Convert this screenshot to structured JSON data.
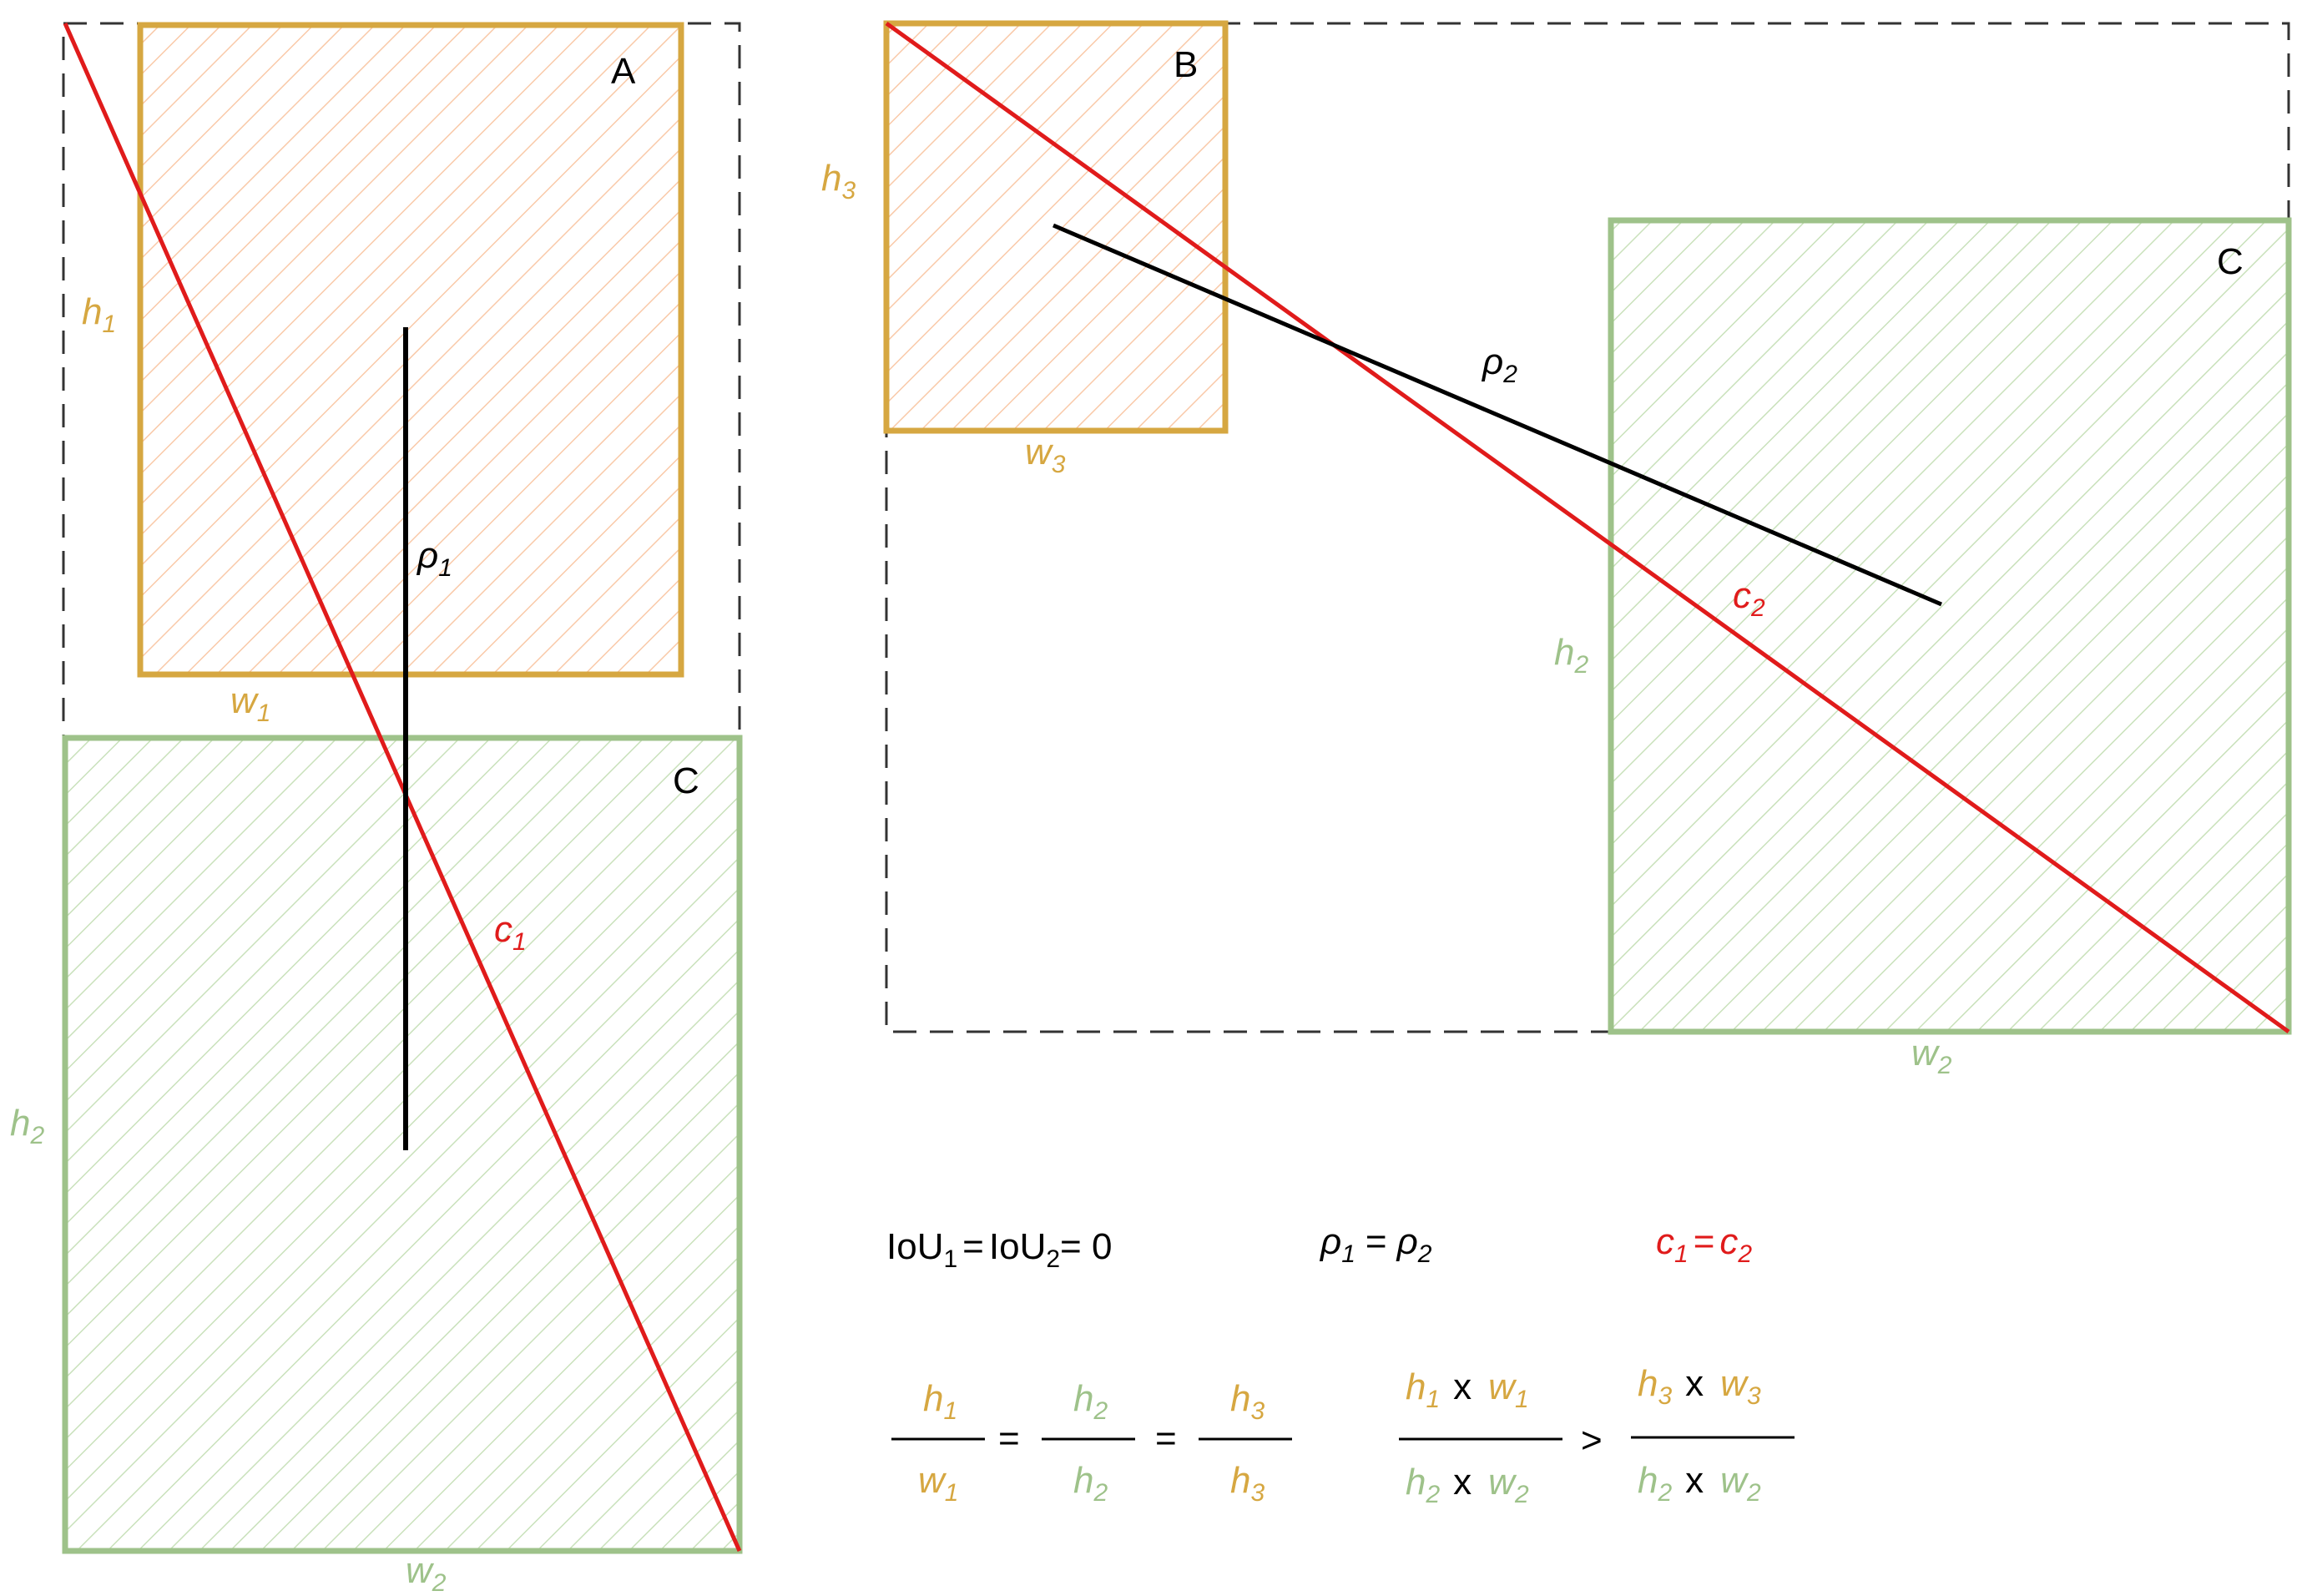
{
  "colors": {
    "orange": "#d6a741",
    "orange_fill": "#f9c9a8",
    "green": "#9ec28a",
    "green_fill": "#c9e1bb",
    "red": "#e01b1b",
    "black": "#000000",
    "dashed": "#333333"
  },
  "left": {
    "box_a_label": "A",
    "box_c_label": "C",
    "h1": {
      "base": "h",
      "sub": "1"
    },
    "w1": {
      "base": "w",
      "sub": "1"
    },
    "h2": {
      "base": "h",
      "sub": "2"
    },
    "w2": {
      "base": "w",
      "sub": "2"
    },
    "rho1": {
      "base": "ρ",
      "sub": "1"
    },
    "c1": {
      "base": "c",
      "sub": "1"
    }
  },
  "right": {
    "box_b_label": "B",
    "box_c_label": "C",
    "h3": {
      "base": "h",
      "sub": "3"
    },
    "w3": {
      "base": "w",
      "sub": "3"
    },
    "h2": {
      "base": "h",
      "sub": "2"
    },
    "w2": {
      "base": "w",
      "sub": "2"
    },
    "rho2": {
      "base": "ρ",
      "sub": "2"
    },
    "c2": {
      "base": "c",
      "sub": "2"
    }
  },
  "equations": {
    "iou": {
      "a": "IoU",
      "a_sub": "1",
      "eq1": "=",
      "b": "IoU",
      "b_sub": "2",
      "rest": "= 0"
    },
    "rho": {
      "a": "ρ",
      "a_sub": "1",
      "eq": "=",
      "b": "ρ",
      "b_sub": "2"
    },
    "c": {
      "a": "c",
      "a_sub": "1",
      "eq": "=",
      "b": "c",
      "b_sub": "2"
    },
    "ratio": {
      "f1": {
        "num": "h",
        "num_sub": "1",
        "den": "w",
        "den_sub": "1"
      },
      "f2": {
        "num": "h",
        "num_sub": "2",
        "den": "h",
        "den_sub": "2"
      },
      "f3": {
        "num": "h",
        "num_sub": "3",
        "den": "h",
        "den_sub": "3"
      },
      "eq": "="
    },
    "area": {
      "left_num": {
        "a": "h",
        "a_sub": "1",
        "x": "x",
        "b": "w",
        "b_sub": "1"
      },
      "left_den": {
        "a": "h",
        "a_sub": "2",
        "x": "x",
        "b": "w",
        "b_sub": "2"
      },
      "gt": ">",
      "right_num": {
        "a": "h",
        "a_sub": "3",
        "x": "x",
        "b": "w",
        "b_sub": "3"
      },
      "right_den": {
        "a": "h",
        "a_sub": "2",
        "x": "x",
        "b": "w",
        "b_sub": "2"
      }
    }
  }
}
